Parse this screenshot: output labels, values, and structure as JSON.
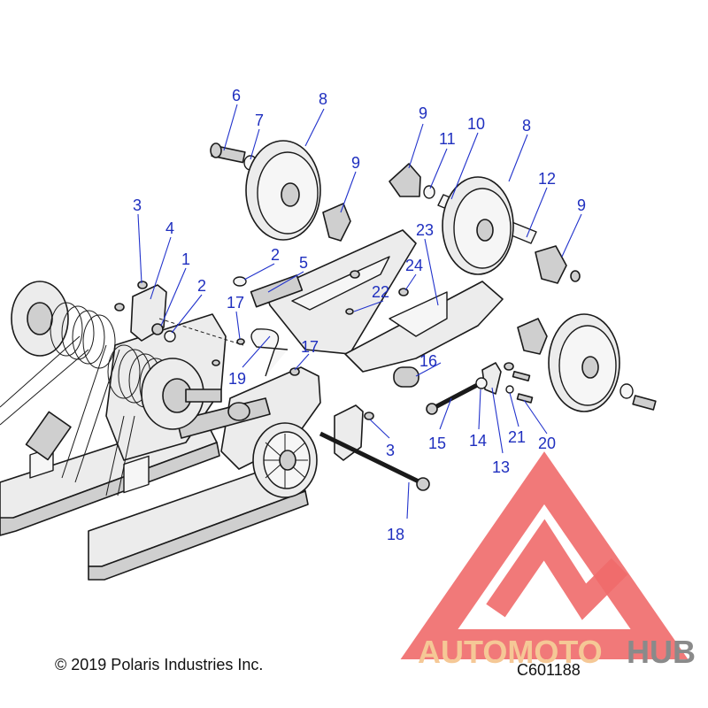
{
  "copyright": "© 2019 Polaris Industries Inc.",
  "diagram_code": "C601188",
  "watermark": {
    "brand_a": "AUTOMOTO",
    "brand_b": "HUB",
    "color_a": "#f5c896",
    "color_b": "#8a8a8a",
    "logo_color": "#ef6a6a"
  },
  "callout_color": "#1f2fbf",
  "callouts": {
    "c1": "1",
    "c2a": "2",
    "c2b": "2",
    "c3a": "3",
    "c3b": "3",
    "c4": "4",
    "c5": "5",
    "c6": "6",
    "c7": "7",
    "c8a": "8",
    "c8b": "8",
    "c9a": "9",
    "c9b": "9",
    "c9c": "9",
    "c10": "10",
    "c11": "11",
    "c12": "12",
    "c13": "13",
    "c14": "14",
    "c15": "15",
    "c16": "16",
    "c17a": "17",
    "c17b": "17",
    "c18": "18",
    "c19": "19",
    "c20": "20",
    "c21": "21",
    "c22": "22",
    "c23": "23",
    "c24": "24"
  }
}
